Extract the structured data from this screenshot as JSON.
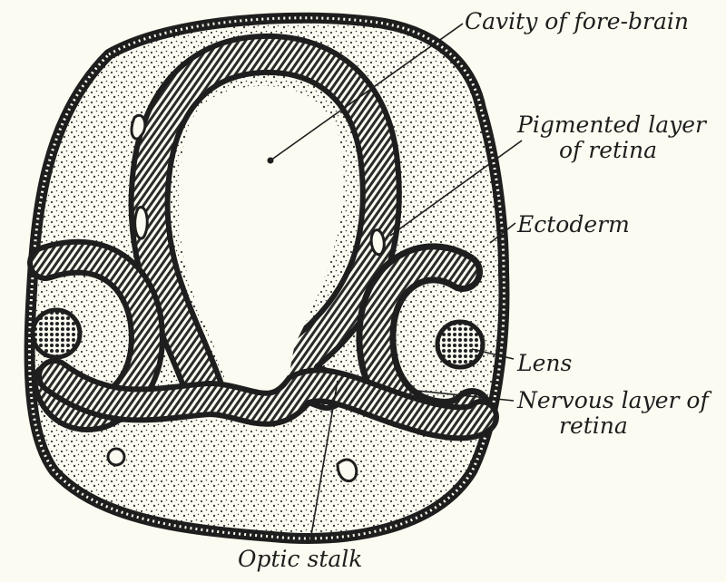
{
  "figure": {
    "background": "#fbfbf1",
    "ink": "#1e1e1e",
    "labels": {
      "cavity": "Cavity of fore-brain",
      "pigmented_line1": "Pigmented layer",
      "pigmented_line2": "of retina",
      "ectoderm": "Ectoderm",
      "lens": "Lens",
      "nervous_line1": "Nervous layer of",
      "nervous_line2": "retina",
      "optic_stalk": "Optic stalk"
    }
  }
}
